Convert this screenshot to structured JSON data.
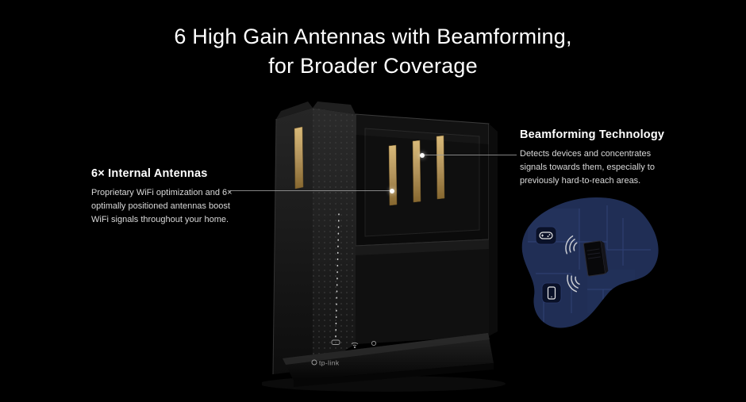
{
  "title": {
    "line1": "6 High Gain Antennas with Beamforming,",
    "line2": "for Broader Coverage"
  },
  "callout_left": {
    "heading": "6× Internal Antennas",
    "body": "Proprietary WiFi optimization and 6× optimally positioned antennas boost WiFi signals throughout your home."
  },
  "callout_right": {
    "heading": "Beamforming Technology",
    "body": "Detects devices and concentrates signals towards them, especially to previously hard-to-reach areas."
  },
  "product": {
    "logo_text": "tp-link"
  },
  "illustration": {
    "icons": [
      "gamepad-icon",
      "router-icon",
      "phone-icon",
      "wifi-waves-icon"
    ]
  },
  "colors": {
    "background": "#000000",
    "title_text": "#ffffff",
    "body_text": "#d9d9d9",
    "antenna_gold": "#b3945c",
    "blob_navy": "#202e55",
    "connector_line": "#9a9a9a"
  }
}
